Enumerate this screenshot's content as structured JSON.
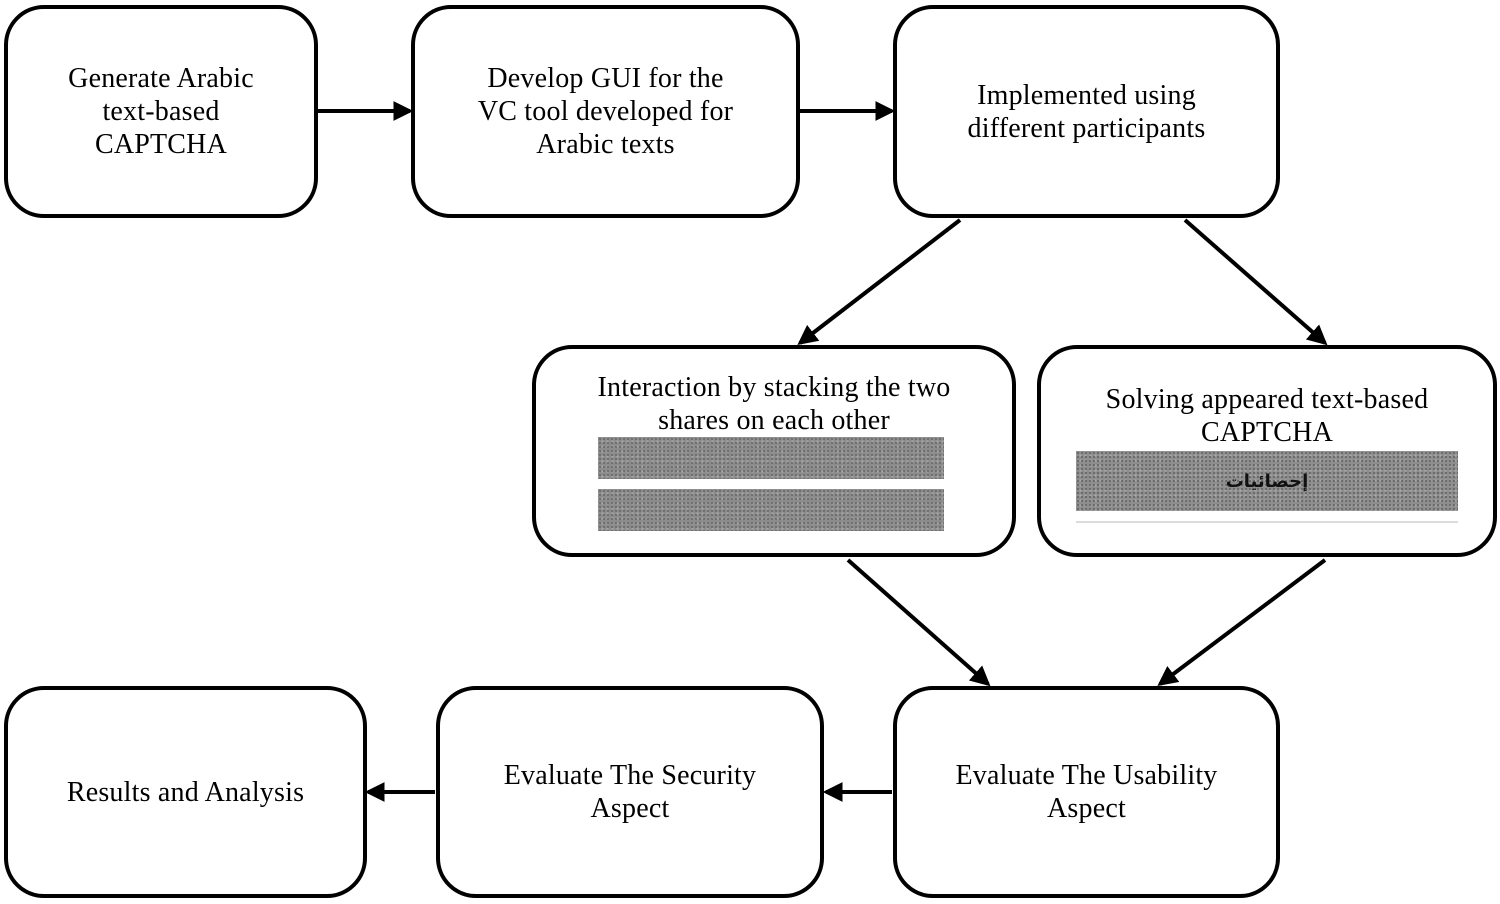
{
  "nodes": {
    "generate": "Generate Arabic\ntext-based\nCAPTCHA",
    "develop": "Develop GUI for the\nVC tool developed for\nArabic texts",
    "implemented": "Implemented using\ndifferent participants",
    "interaction": "Interaction by stacking the two\nshares on each other",
    "solving": "Solving appeared text-based\nCAPTCHA",
    "results": "Results and Analysis",
    "security": "Evaluate The Security\nAspect",
    "usability": "Evaluate The Usability\nAspect"
  },
  "captcha_text": "إحصائيات"
}
